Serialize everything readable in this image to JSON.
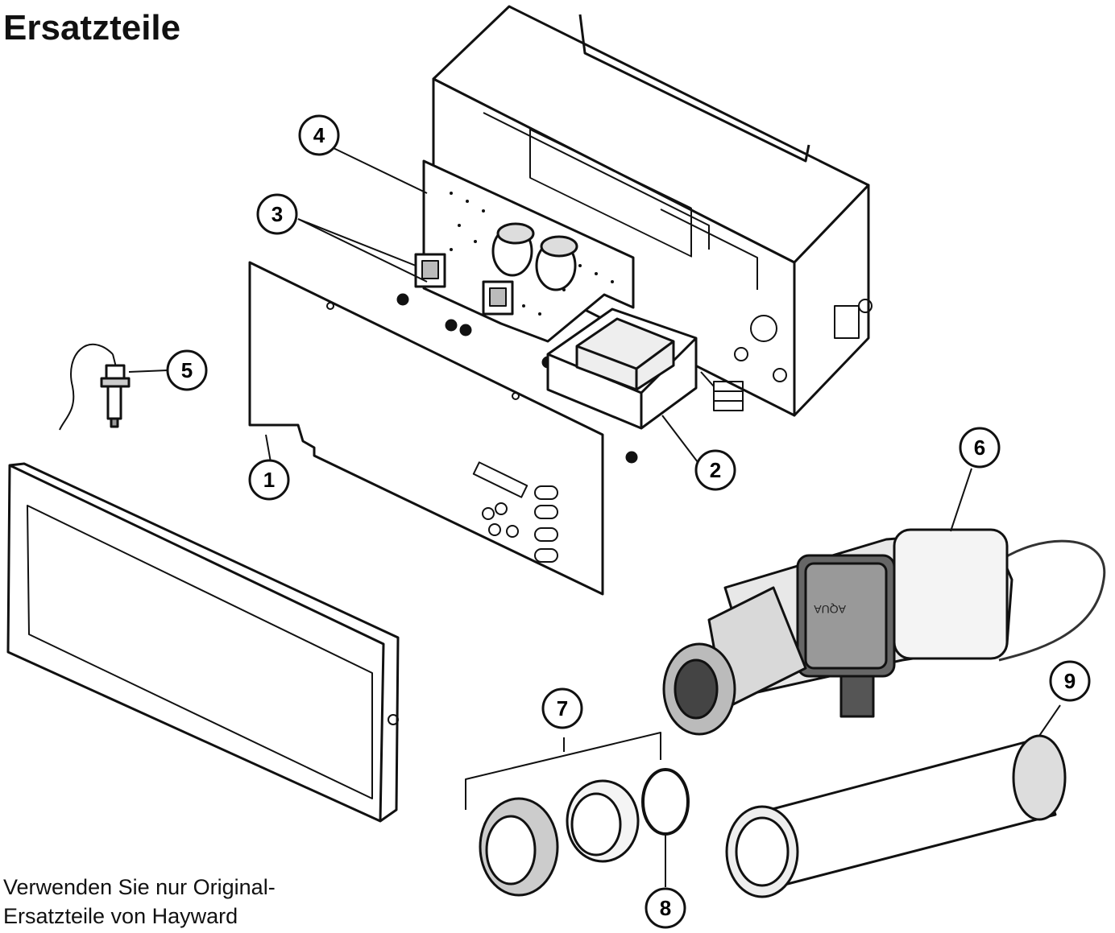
{
  "title": "Ersatzteile",
  "note_lines": [
    "Verwenden Sie nur Original-",
    "Ersatzteile von Hayward"
  ],
  "callouts": [
    "1",
    "2",
    "3",
    "4",
    "5",
    "6",
    "7",
    "8",
    "9"
  ],
  "cell_label": "AQUA"
}
